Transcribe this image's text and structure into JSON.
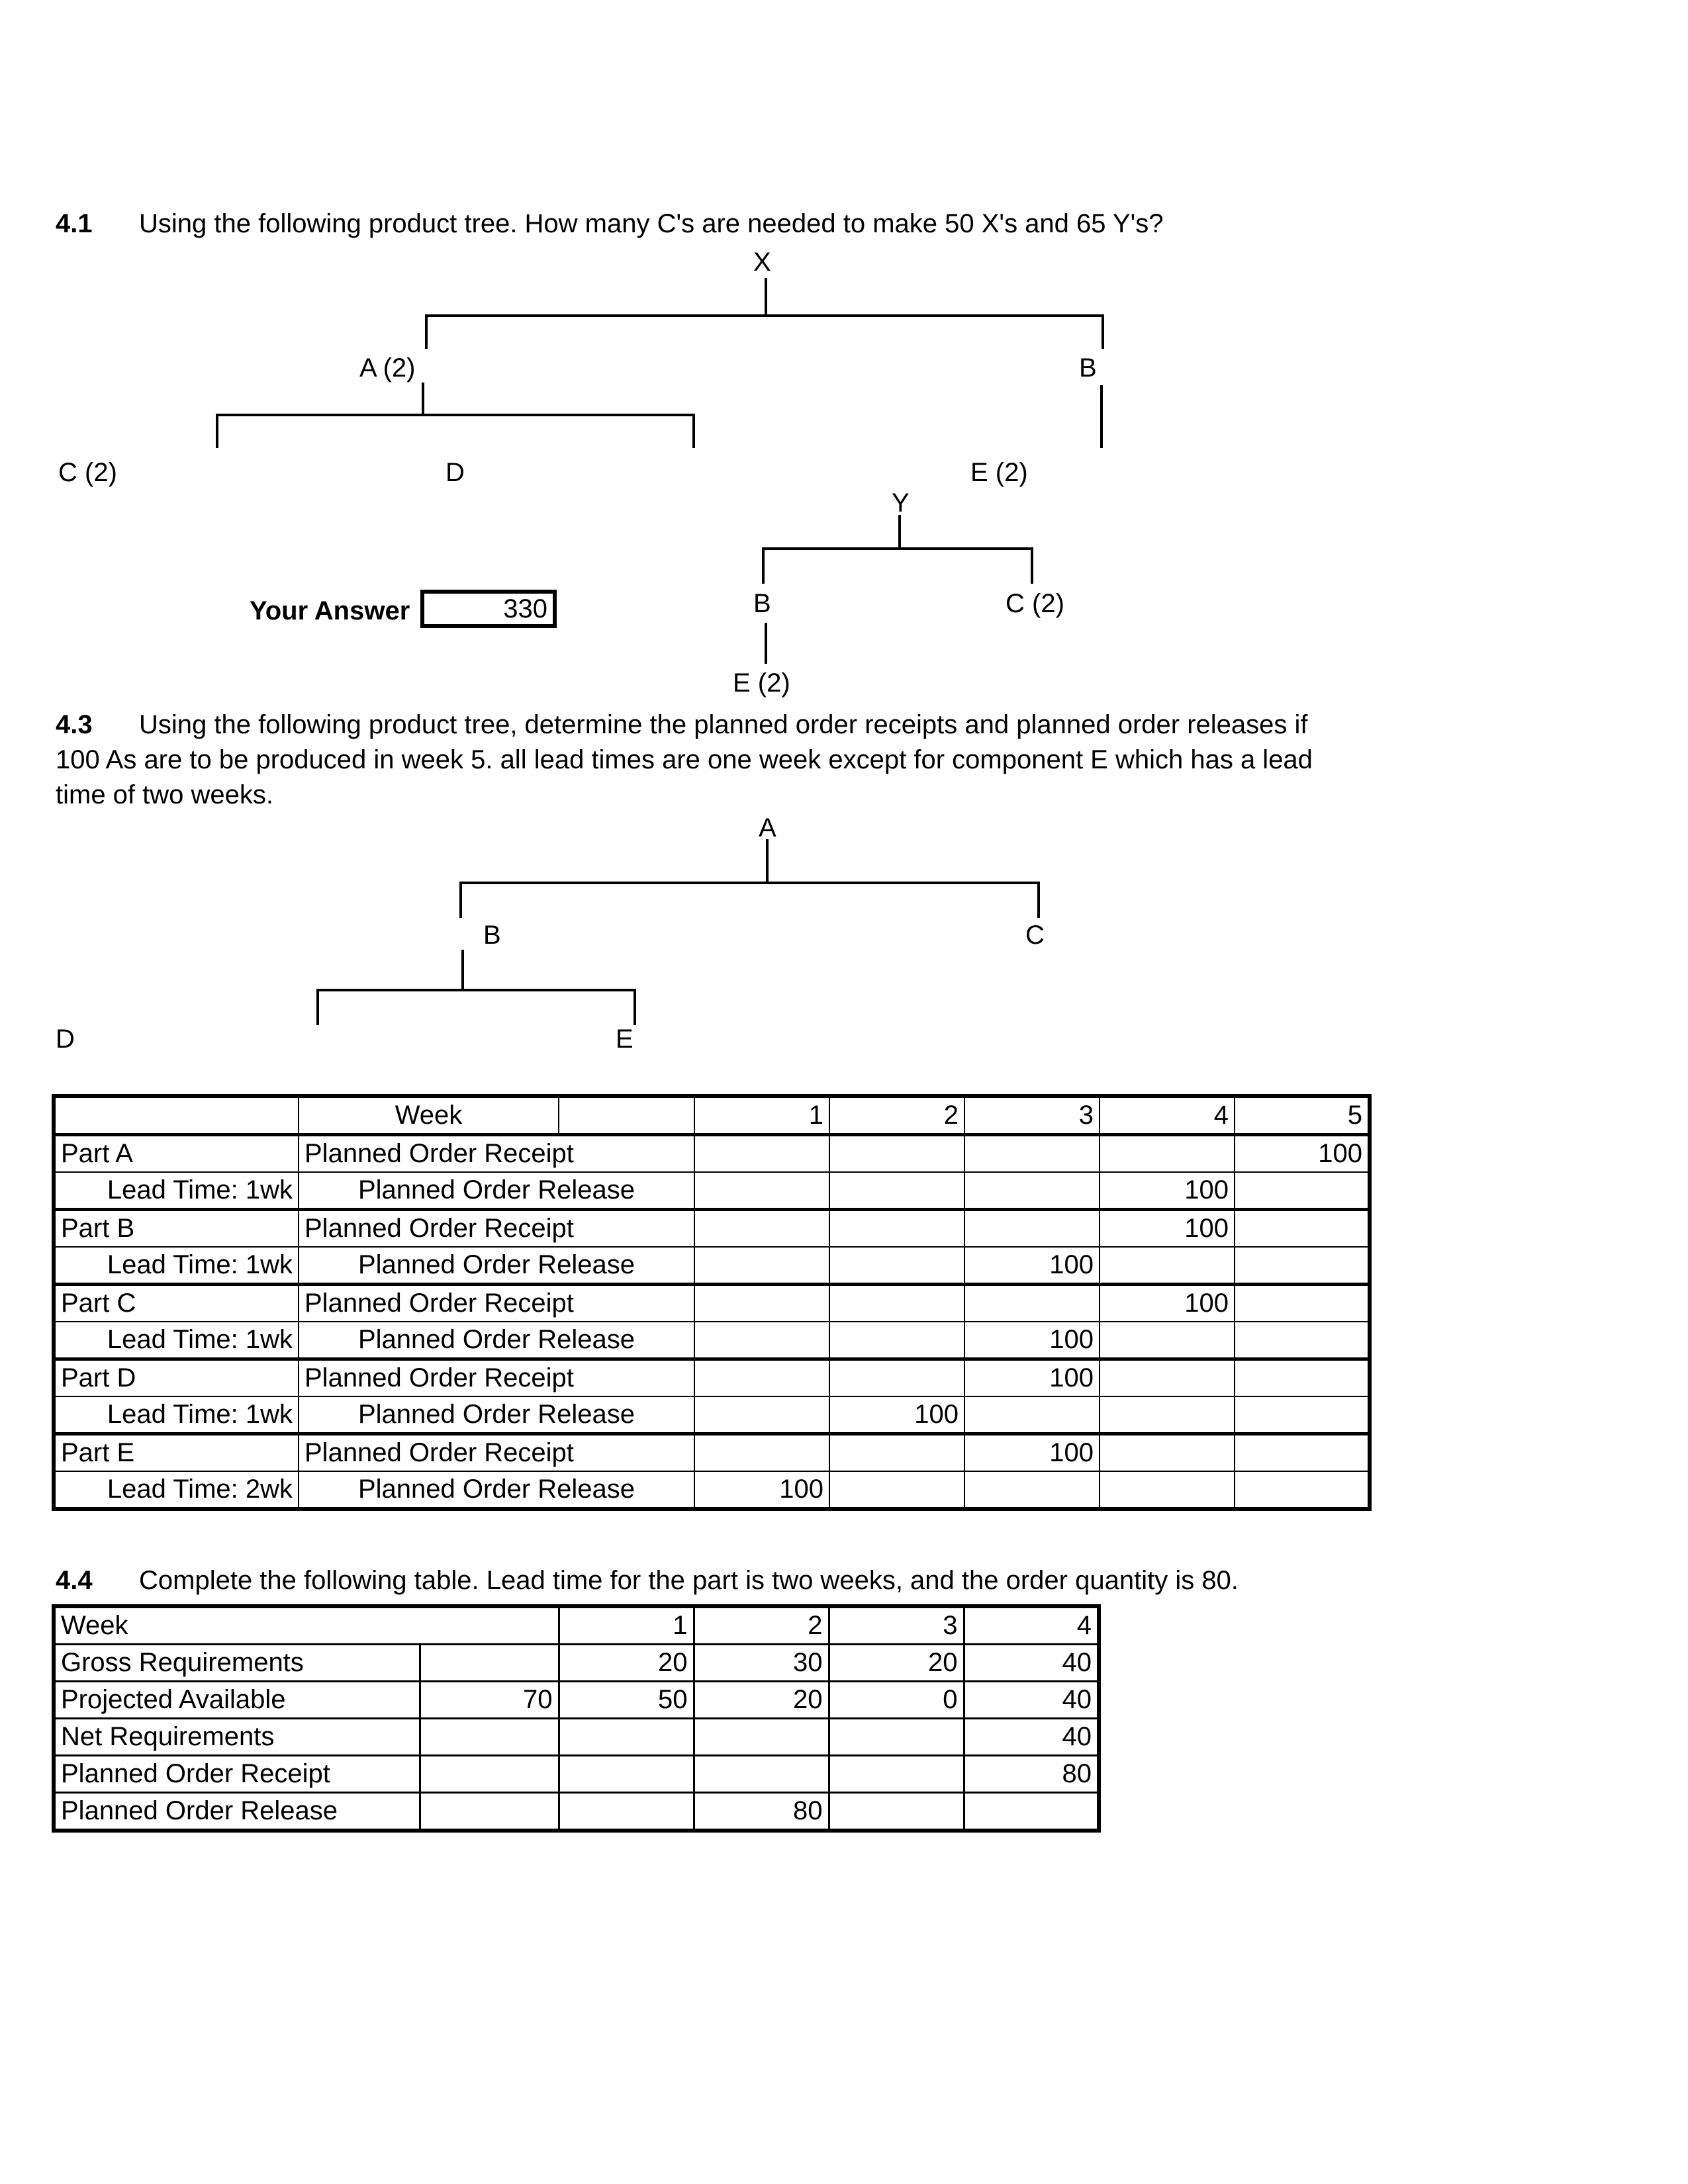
{
  "page": {
    "background": "#ffffff",
    "text_color": "#000000",
    "line_color": "#000000"
  },
  "q41": {
    "number": "4.1",
    "question": "Using the following product tree. How many C's are needed to make 50 X's and 65 Y's?",
    "tree_x": {
      "root": "X",
      "child_a": "A (2)",
      "child_b": "B",
      "grandchild_c": "C (2)",
      "grandchild_d": "D",
      "grandchild_e": "E (2)"
    },
    "tree_y": {
      "root": "Y",
      "child_b": "B",
      "child_c": "C (2)",
      "grandchild_e": "E (2)"
    },
    "answer_label": "Your Answer",
    "answer_value": "330"
  },
  "q43": {
    "number": "4.3",
    "lines": [
      "Using the following product tree, determine the planned order receipts and planned order releases if",
      "100 As are to be produced in week 5. all lead times are one week except for component E which has a lead",
      "time of two weeks."
    ],
    "tree": {
      "root": "A",
      "child_b": "B",
      "child_c": "C",
      "grandchild_d": "D",
      "grandchild_e": "E"
    },
    "table": {
      "week_header": "Week",
      "weeks": [
        "1",
        "2",
        "3",
        "4",
        "5"
      ],
      "rows": [
        {
          "part": "Part A",
          "type": "Planned Order Receipt",
          "values": [
            "",
            "",
            "",
            "",
            "100"
          ]
        },
        {
          "part": "Lead Time: 1wk",
          "type": "Planned Order Release",
          "values": [
            "",
            "",
            "",
            "100",
            ""
          ]
        },
        {
          "part": "Part B",
          "type": "Planned Order Receipt",
          "values": [
            "",
            "",
            "",
            "100",
            ""
          ]
        },
        {
          "part": "Lead Time: 1wk",
          "type": "Planned Order Release",
          "values": [
            "",
            "",
            "100",
            "",
            ""
          ]
        },
        {
          "part": "Part C",
          "type": "Planned Order Receipt",
          "values": [
            "",
            "",
            "",
            "100",
            ""
          ]
        },
        {
          "part": "Lead Time: 1wk",
          "type": "Planned Order Release",
          "values": [
            "",
            "",
            "100",
            "",
            ""
          ]
        },
        {
          "part": "Part D",
          "type": "Planned Order Receipt",
          "values": [
            "",
            "",
            "100",
            "",
            ""
          ]
        },
        {
          "part": "Lead Time: 1wk",
          "type": "Planned Order Release",
          "values": [
            "",
            "100",
            "",
            "",
            ""
          ]
        },
        {
          "part": "Part E",
          "type": "Planned Order Receipt",
          "values": [
            "",
            "",
            "100",
            "",
            ""
          ]
        },
        {
          "part": "Lead Time: 2wk",
          "type": "Planned Order Release",
          "values": [
            "100",
            "",
            "",
            "",
            ""
          ]
        }
      ]
    }
  },
  "q44": {
    "number": "4.4",
    "question": "Complete the following table. Lead time for the part is two weeks, and the order quantity is 80.",
    "table": {
      "header_label": "Week",
      "weeks": [
        "1",
        "2",
        "3",
        "4"
      ],
      "rows": [
        {
          "label": "Gross Requirements",
          "pre": "",
          "values": [
            "20",
            "30",
            "20",
            "40"
          ]
        },
        {
          "label": "Projected Available",
          "pre": "70",
          "values": [
            "50",
            "20",
            "0",
            "40"
          ]
        },
        {
          "label": "Net Requirements",
          "pre": "",
          "values": [
            "",
            "",
            "",
            "40"
          ]
        },
        {
          "label": "Planned Order Receipt",
          "pre": "",
          "values": [
            "",
            "",
            "",
            "80"
          ]
        },
        {
          "label": "Planned Order Release",
          "pre": "",
          "values": [
            "",
            "80",
            "",
            ""
          ]
        }
      ]
    }
  }
}
